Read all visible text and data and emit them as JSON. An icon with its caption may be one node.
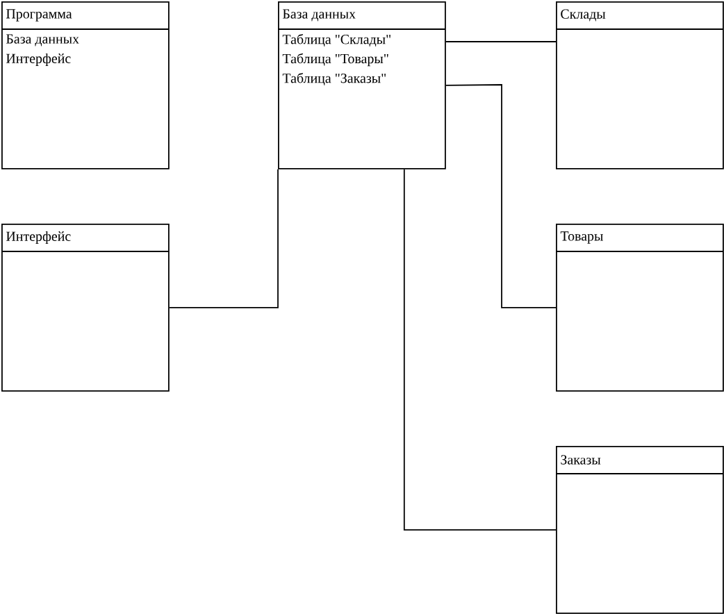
{
  "diagram": {
    "nodes": [
      {
        "text": [
          "Программа",
          "База данных",
          "Интерфейс"
        ]
      },
      {
        "text": [
          "База данных",
          "Таблица \"Склады\"",
          "Таблица \"Товары\"",
          "Таблица \"Заказы\""
        ]
      },
      {
        "text": [
          "Склады"
        ]
      },
      {
        "text": [
          "Интерфейс"
        ]
      },
      {
        "text": [
          "Товары"
        ]
      },
      {
        "text": [
          "Заказы"
        ]
      }
    ],
    "edges": [
      {
        "from": 3,
        "to": 1,
        "arrow": "none"
      },
      {
        "from": 1,
        "to": 2,
        "arrow": "none"
      },
      {
        "from": 1,
        "to": 4,
        "arrow": "none"
      },
      {
        "from": 1,
        "to": 5,
        "arrow": "none"
      }
    ]
  }
}
